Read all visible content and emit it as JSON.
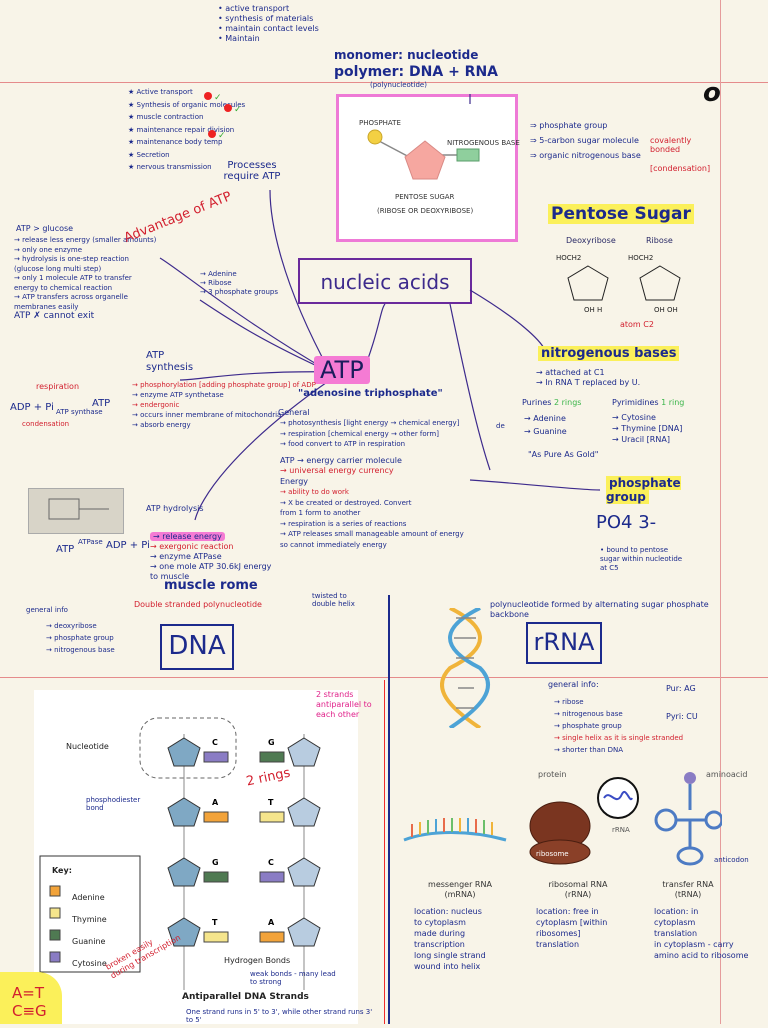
{
  "top_notes": {
    "items": [
      "• active transport",
      "• synthesis of materials",
      "• maintain contact levels",
      "• Maintain"
    ],
    "monomer_line": "monomer: nucleotide",
    "polymer_line": "polymer: DNA + RNA",
    "polymer_note": "(polynucleotide)",
    "letter_o": "o"
  },
  "atp_uses": {
    "lines": [
      "★ Active transport",
      "★ Synthesis of organic molecules",
      "★ muscle contraction",
      "★ maintenance repair division",
      "★ maintenance body temp",
      "★ Secretion",
      "★ nervous transmission"
    ],
    "footer": "Processes require ATP"
  },
  "nucleotide_diagram": {
    "phosphate_label": "PHOSPHATE",
    "base_label": "NITROGENOUS BASE",
    "sugar_label": "PENTOSE SUGAR",
    "sugar_sub": "(RIBOSE OR DEOXYRIBOSE)"
  },
  "nucleotide_parts": {
    "items": [
      "⇒ phosphate group",
      "⇒ 5-carbon sugar molecule",
      "⇒ organic nitrogenous base"
    ],
    "bond_note": "covalently bonded",
    "bond_sub": "[condensation]"
  },
  "pentose": {
    "title": "Pentose Sugar",
    "deoxy_label": "Deoxyribose",
    "ribose_label": "Ribose",
    "atom_note": "atom C2"
  },
  "center": {
    "title": "nucleic acids"
  },
  "atp_left": {
    "compare_title": "ATP > glucose",
    "compare_lines": [
      "→ release less energy (smaller amounts)",
      "→ only one enzyme",
      "→ hydrolysis is one-step reaction",
      "  (glucose long multi step)",
      "→ only 1 molecule ATP to transfer",
      "  energy to chemical reaction",
      "→ ATP transfers across organelle",
      "  membranes easily",
      "ATP ✗ cannot exit"
    ],
    "advantage_label": "Advantage of ATP",
    "components": [
      "→ Adenine",
      "→ Ribose",
      "→ 3 phosphate groups"
    ]
  },
  "atp": {
    "title": "ATP",
    "subtitle": "\"adenosine triphosphate\""
  },
  "synthesis": {
    "title": "ATP synthesis",
    "lines": [
      "→ phosphorylation [adding phosphate group] of ADP",
      "→ enzyme ATP synthetase",
      "→ endergonic",
      "→ occurs inner membrane of mitochondria",
      "→ absorb energy"
    ],
    "respiration": "respiration",
    "equation": "ADP + Pi",
    "enzyme": "ATP synthase",
    "product": "ATP",
    "condensation": "condensation"
  },
  "general": {
    "heading": "General",
    "lines": [
      "→ photosynthesis [light energy → chemical energy]",
      "→ respiration [chemical energy → other form]",
      "→ food convert to ATP in respiration",
      "ATP → energy carrier molecule",
      "→ universal energy currency",
      "Energy",
      "→ ability to do work",
      "→ X be created or destroyed. Convert",
      "  from 1 form to another",
      "→ respiration is a series of reactions",
      "→ ATP releases small manageable amount of energy",
      "  so cannot immediately energy"
    ]
  },
  "hydrolysis": {
    "title": "ATP hydrolysis",
    "equation_left": "ATP",
    "enzyme": "ATPase",
    "equation_right": "ADP + Pi",
    "lines": [
      "→ release energy",
      "→ exergonic reaction",
      "→ enzyme ATPase",
      "→ one mole ATP 30.6kJ energy",
      "  to muscle"
    ],
    "muscle": "muscle rome"
  },
  "bases": {
    "title": "nitrogenous bases",
    "lines": [
      "→ attached at C1",
      "→ In RNA T replaced by U."
    ],
    "purines_title": "Purines",
    "purines_note": "2 rings",
    "purines": [
      "→ Adenine",
      "→ Guanine"
    ],
    "pyrimidines_title": "Pyrimidines",
    "pyrimidines_note": "1 ring",
    "pyrimidines": [
      "→ Cytosine",
      "→ Thymine [DNA]",
      "→ Uracil [RNA]"
    ],
    "mnemonic": "\"As Pure As Gold\"",
    "de": "de"
  },
  "phosphate": {
    "title": "phosphate group",
    "formula": "PO4 3-",
    "lines": [
      "• bound to pentose",
      "  sugar within nucleotide",
      "  at C5"
    ]
  },
  "dna": {
    "header": "Double stranded polynucleotide",
    "twisted": "twisted to double helix",
    "title": "DNA",
    "general": "general info",
    "items": [
      "→ deoxyribose",
      "→ phosphate group",
      "→ nitrogenous base"
    ],
    "strands_note": "2 strands antiparallel to each other",
    "rings_note": "2 rings",
    "figure_nucleotide": "Nucleotide",
    "figure_pd": "phosphodiester bond",
    "figure_key": "Key:",
    "key_items": [
      "Adenine",
      "Thymine",
      "Guanine",
      "Cytosine"
    ],
    "pair_letters": [
      "C",
      "G",
      "A",
      "T",
      "G",
      "C",
      "T",
      "A"
    ],
    "hbonds": "Hydrogen Bonds",
    "hbonds_note": "weak bonds - many lead to strong",
    "broken_note": "broken easily during transcription",
    "caption": "Antiparallel DNA Strands",
    "strand_note": "One strand runs in 5' to 3', while other strand runs 3' to 5'",
    "pairs": [
      "A=T",
      "C≡G"
    ]
  },
  "rna": {
    "header": "polynucleotide formed by alternating sugar phosphate backbone",
    "title": "rRNA",
    "general": "general info:",
    "items": [
      "→ ribose",
      "→ nitrogenous base",
      "→ phosphate group",
      "→ single helix as it is single stranded",
      "→ shorter than DNA"
    ],
    "pur": "Pur: AG",
    "pyr": "Pyri: CU",
    "protein_label": "protein",
    "aminoacid_label": "aminoacid",
    "rrna_label": "rRNA",
    "ribosome_label": "ribosome",
    "anticodon": "anticodon",
    "types": [
      {
        "name": "messenger RNA",
        "abbr": "(mRNA)",
        "notes": [
          "location: nucleus",
          "to cytoplasm",
          "made during",
          "transcription",
          "long single strand",
          "wound into helix"
        ]
      },
      {
        "name": "ribosomal RNA",
        "abbr": "(rRNA)",
        "notes": [
          "location: free in",
          "cytoplasm [within",
          "ribosomes]",
          "translation"
        ]
      },
      {
        "name": "transfer RNA",
        "abbr": "(tRNA)",
        "notes": [
          "location: in",
          "cytoplasm",
          "translation",
          "in cytoplasm - carry",
          "amino acid to ribosome"
        ]
      }
    ]
  }
}
